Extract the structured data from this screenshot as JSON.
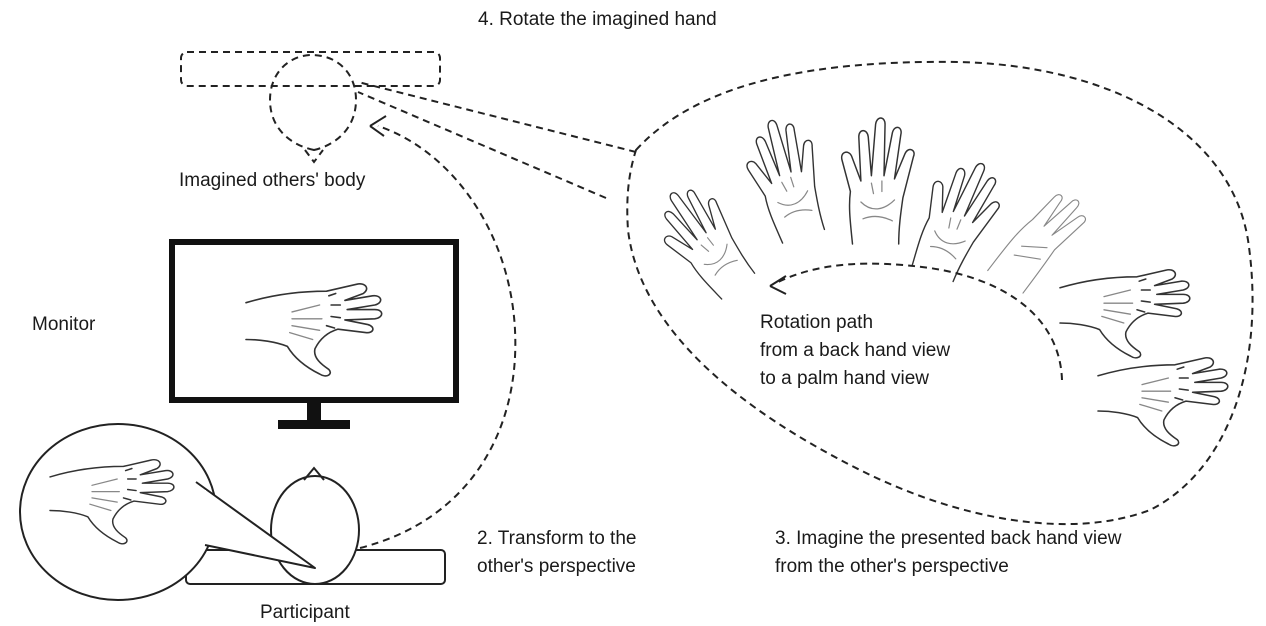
{
  "labels": {
    "step4": "4. Rotate the imagined hand",
    "imagined_body": "Imagined others' body",
    "monitor": "Monitor",
    "participant": "Participant",
    "step2_line1": "2. Transform to the",
    "step2_line2": "other's perspective",
    "step3_line1": "3. Imagine the presented back hand view",
    "step3_line2": "from the other's perspective",
    "rotation_line1": "Rotation path",
    "rotation_line2": "from a back hand view",
    "rotation_line3": "to a palm hand view"
  },
  "icons": {
    "hand_on_monitor": "back-hand-icon",
    "hand_in_bubble": "back-hand-icon",
    "rotation_sequence": [
      "palm-hand-icon",
      "palm-hand-icon",
      "palm-hand-icon",
      "palm-hand-icon",
      "side-hand-icon",
      "back-hand-icon",
      "back-hand-icon"
    ]
  }
}
